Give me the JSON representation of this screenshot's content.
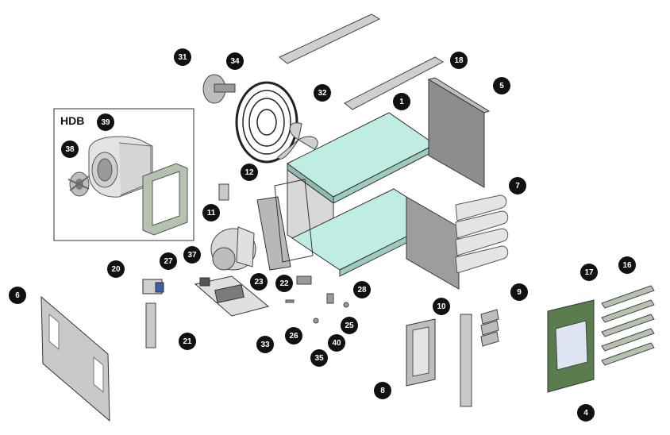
{
  "inset": {
    "label": "HDB"
  },
  "callouts": [
    {
      "n": "1"
    },
    {
      "n": "4"
    },
    {
      "n": "5"
    },
    {
      "n": "6"
    },
    {
      "n": "7"
    },
    {
      "n": "8"
    },
    {
      "n": "9"
    },
    {
      "n": "10"
    },
    {
      "n": "11"
    },
    {
      "n": "12"
    },
    {
      "n": "16"
    },
    {
      "n": "17"
    },
    {
      "n": "18"
    },
    {
      "n": "20"
    },
    {
      "n": "21"
    },
    {
      "n": "22"
    },
    {
      "n": "23"
    },
    {
      "n": "25"
    },
    {
      "n": "26"
    },
    {
      "n": "27"
    },
    {
      "n": "28"
    },
    {
      "n": "31"
    },
    {
      "n": "32"
    },
    {
      "n": "33"
    },
    {
      "n": "34"
    },
    {
      "n": "35"
    },
    {
      "n": "37"
    },
    {
      "n": "38"
    },
    {
      "n": "39"
    },
    {
      "n": "40"
    }
  ],
  "colors": {
    "panel_teal": "#bfece3",
    "metal": "#c9c9c9",
    "metal_dark": "#8d8d8d",
    "frame_green": "#a3b39f",
    "filter_green": "#5a7d4e",
    "callout_fill": "#111111",
    "outline": "#444444"
  }
}
